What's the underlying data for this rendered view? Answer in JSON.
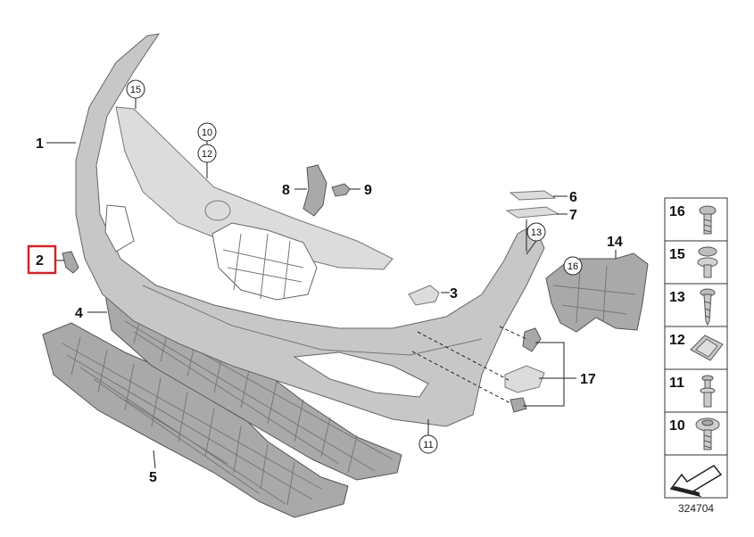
{
  "diagram_number": "324704",
  "callouts": [
    {
      "id": "c1",
      "label": "1",
      "style": "plain"
    },
    {
      "id": "c2",
      "label": "2",
      "style": "highlight"
    },
    {
      "id": "c3",
      "label": "3",
      "style": "plain"
    },
    {
      "id": "c4",
      "label": "4",
      "style": "plain"
    },
    {
      "id": "c5",
      "label": "5",
      "style": "plain"
    },
    {
      "id": "c6",
      "label": "6",
      "style": "plain"
    },
    {
      "id": "c7",
      "label": "7",
      "style": "plain"
    },
    {
      "id": "c8",
      "label": "8",
      "style": "plain"
    },
    {
      "id": "c9",
      "label": "9",
      "style": "plain"
    },
    {
      "id": "c10",
      "label": "10",
      "style": "circled"
    },
    {
      "id": "c11",
      "label": "11",
      "style": "circled"
    },
    {
      "id": "c12",
      "label": "12",
      "style": "circled"
    },
    {
      "id": "c13",
      "label": "13",
      "style": "circled"
    },
    {
      "id": "c14",
      "label": "14",
      "style": "plain"
    },
    {
      "id": "c15",
      "label": "15",
      "style": "circled"
    },
    {
      "id": "c16",
      "label": "16",
      "style": "circled"
    },
    {
      "id": "c17",
      "label": "17",
      "style": "plain"
    }
  ],
  "fastener_table": [
    {
      "label": "16",
      "icon": "screw-icon"
    },
    {
      "label": "15",
      "icon": "flange-screw-icon"
    },
    {
      "label": "13",
      "icon": "tapping-screw-icon"
    },
    {
      "label": "12",
      "icon": "clip-nut-icon"
    },
    {
      "label": "11",
      "icon": "expanding-rivet-icon"
    },
    {
      "label": "10",
      "icon": "collar-screw-icon"
    }
  ],
  "colors": {
    "highlight": "#d0262b",
    "part_fill": "#c7c7c7",
    "part_stroke": "#666666",
    "text": "#111111"
  }
}
